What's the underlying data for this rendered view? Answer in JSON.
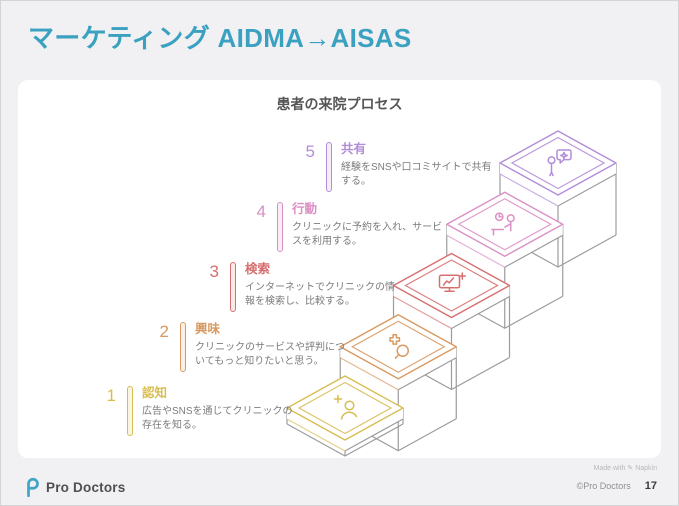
{
  "slide": {
    "title": "マーケティング AIDMA→AISAS",
    "accent_color": "#3BA1C1",
    "card_heading": "患者の来院プロセス"
  },
  "steps": [
    {
      "number": "1",
      "label": "認知",
      "description": "広告やSNSを通じてクリニックの存在を知る。",
      "color": "#D8BD52",
      "icon": "sparkle-person-icon"
    },
    {
      "number": "2",
      "label": "興味",
      "description": "クリニックのサービスや評判についてもっと知りたいと思う。",
      "color": "#D89A62",
      "icon": "cross-magnifier-icon"
    },
    {
      "number": "3",
      "label": "検索",
      "description": "インターネットでクリニックの情報を検索し、比較する。",
      "color": "#D76F6F",
      "icon": "monitor-chart-plus-icon"
    },
    {
      "number": "4",
      "label": "行動",
      "description": "クリニックに予約を入れ、サービスを利用する。",
      "color": "#DB90C4",
      "icon": "reception-clock-icon"
    },
    {
      "number": "5",
      "label": "共有",
      "description": "経験をSNSや口コミサイトで共有する。",
      "color": "#B28DD8",
      "icon": "person-star-bubble-icon"
    }
  ],
  "footer": {
    "brand": "Pro Doctors",
    "made_with": "Made with",
    "made_with_brand": "Napkin",
    "copyright": "©Pro Doctors",
    "page_number": "17"
  }
}
